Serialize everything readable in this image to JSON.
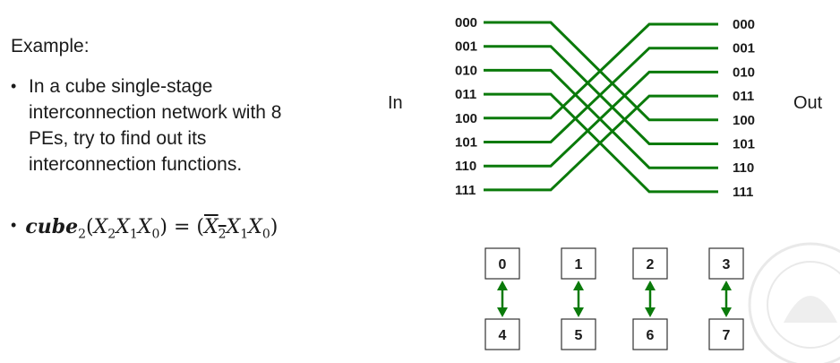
{
  "example_label": "Example:",
  "bullet_text": "In a cube single-stage interconnection network with 8 PEs, try to find out its interconnection functions.",
  "bullet_lines": [
    "In a cube single-stage",
    "interconnection network with 8",
    "PEs, try to find out its",
    "interconnection functions."
  ],
  "formula": {
    "name": "cube",
    "sub_2": "2",
    "sub_1": "1",
    "sub_0": "0",
    "var": "X",
    "eq": "="
  },
  "in_label": "In",
  "out_label": "Out",
  "network": {
    "inputs": [
      "000",
      "001",
      "010",
      "011",
      "100",
      "101",
      "110",
      "111"
    ],
    "outputs": [
      "000",
      "001",
      "010",
      "011",
      "100",
      "101",
      "110",
      "111"
    ],
    "mapping": [
      4,
      5,
      6,
      7,
      0,
      1,
      2,
      3
    ]
  },
  "pe_pairs": [
    {
      "top": "0",
      "bottom": "4"
    },
    {
      "top": "1",
      "bottom": "5"
    },
    {
      "top": "2",
      "bottom": "6"
    },
    {
      "top": "3",
      "bottom": "7"
    }
  ],
  "colors": {
    "wire": "#0a7a0a",
    "box": "#333333",
    "text": "#1a1a1a"
  }
}
